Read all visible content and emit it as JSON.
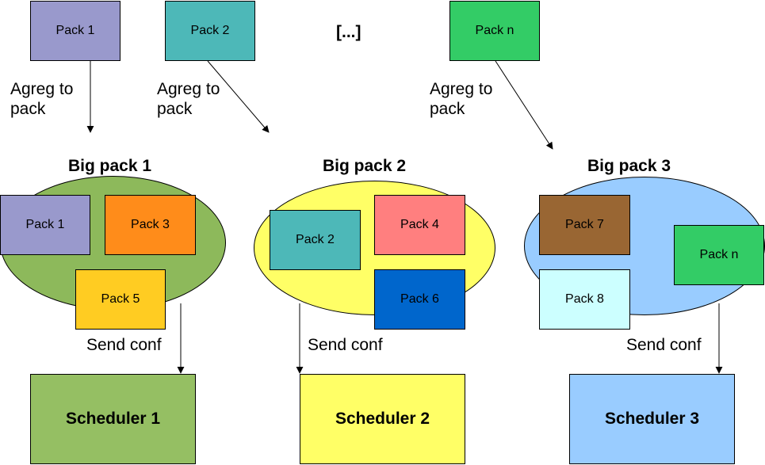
{
  "top_packs": [
    {
      "label": "Pack 1",
      "color": "#9999cc"
    },
    {
      "label": "Pack 2",
      "color": "#4db8b8"
    },
    {
      "label": "Pack n",
      "color": "#33cc66"
    }
  ],
  "ellipsis_text": "[...]",
  "agreg_label": "Agreg to\npack",
  "send_label": "Send conf",
  "groups": [
    {
      "title": "Big pack 1",
      "ellipse_color": "#8db95b",
      "packs": [
        {
          "label": "Pack 1",
          "color": "#9999cc"
        },
        {
          "label": "Pack 3",
          "color": "#ff8c1a"
        },
        {
          "label": "Pack 5",
          "color": "#ffcc22"
        }
      ],
      "scheduler": {
        "label": "Scheduler 1",
        "color": "#95bf63"
      }
    },
    {
      "title": "Big pack 2",
      "ellipse_color": "#ffff66",
      "packs": [
        {
          "label": "Pack 2",
          "color": "#4db8b8"
        },
        {
          "label": "Pack 4",
          "color": "#ff7f7f"
        },
        {
          "label": "Pack 6",
          "color": "#0066cc"
        }
      ],
      "scheduler": {
        "label": "Scheduler 2",
        "color": "#ffff66"
      }
    },
    {
      "title": "Big pack 3",
      "ellipse_color": "#99ccff",
      "packs": [
        {
          "label": "Pack 7",
          "color": "#996633"
        },
        {
          "label": "Pack n",
          "color": "#33cc66"
        },
        {
          "label": "Pack 8",
          "color": "#ccffff"
        }
      ],
      "scheduler": {
        "label": "Scheduler 3",
        "color": "#99ccff"
      }
    }
  ]
}
